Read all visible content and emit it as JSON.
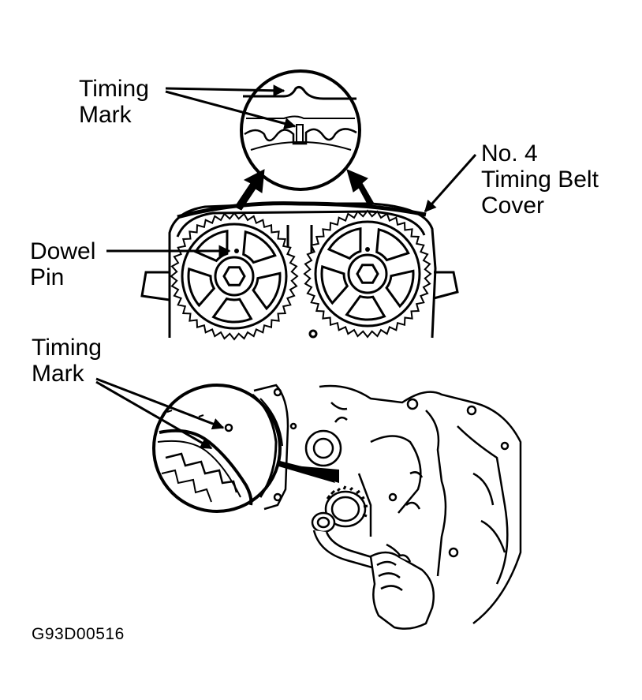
{
  "labels": {
    "timing_mark_top": [
      "Timing",
      "Mark"
    ],
    "belt_cover": [
      "No. 4",
      "Timing Belt",
      "Cover"
    ],
    "dowel_pin": [
      "Dowel",
      "Pin"
    ],
    "timing_mark_bottom": [
      "Timing",
      "Mark"
    ]
  },
  "figure_code": "G93D00516",
  "colors": {
    "ink": "#000000",
    "paper": "#ffffff"
  }
}
